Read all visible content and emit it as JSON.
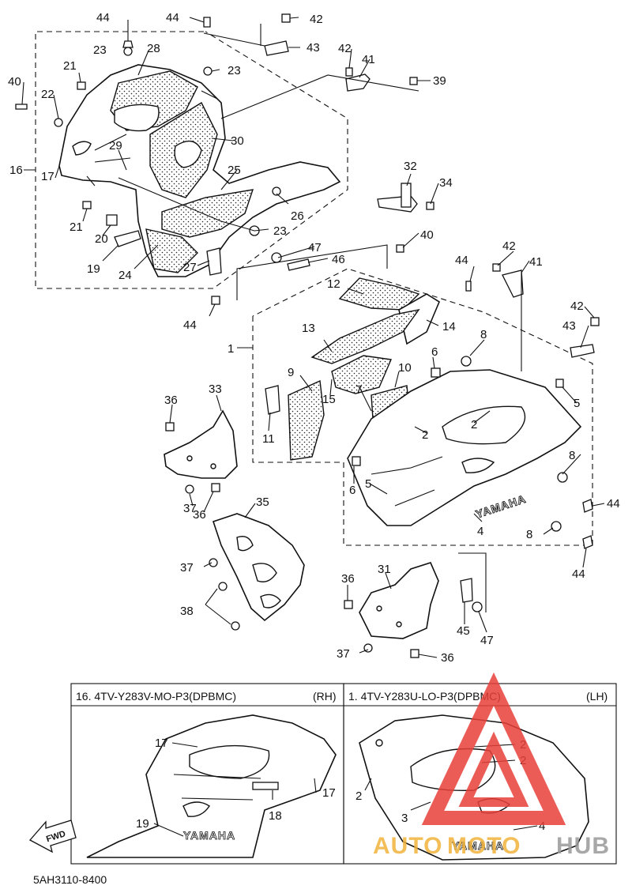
{
  "labels": {
    "l44a": "44",
    "l44b": "44",
    "l42a": "42",
    "l43a": "43",
    "l23a": "23",
    "l28": "28",
    "l23b": "23",
    "l21a": "21",
    "l40a": "40",
    "l22": "22",
    "l42b": "42",
    "l41a": "41",
    "l39": "39",
    "l30": "30",
    "l29": "29",
    "l16": "16",
    "l17a": "17",
    "l25": "25",
    "l32": "32",
    "l34": "34",
    "l26": "26",
    "l21b": "21",
    "l20": "20",
    "l23c": "23",
    "l19a": "19",
    "l24": "24",
    "l27": "27",
    "l47a": "47",
    "l46": "46",
    "l40b": "40",
    "l44c": "44",
    "l42c": "42",
    "l41b": "41",
    "l12": "12",
    "l42d": "42",
    "l43b": "43",
    "l14": "14",
    "l13": "13",
    "l8a": "8",
    "l1a": "1",
    "l6a": "6",
    "l9": "9",
    "l10": "10",
    "l15": "15",
    "l7": "7",
    "l5a": "5",
    "l2a": "2",
    "l2b": "2",
    "l11": "11",
    "l33": "33",
    "l36a": "36",
    "l8b": "8",
    "l6b": "6",
    "l5b": "5",
    "l44d": "44",
    "l37a": "37",
    "l36b": "36",
    "l4a": "4",
    "l35": "35",
    "l8c": "8",
    "l44e": "44",
    "l37b": "37",
    "l36c": "36",
    "l31": "31",
    "l38": "38",
    "l45": "45",
    "l47b": "47",
    "l37c": "37",
    "l36d": "36"
  },
  "inset_rh": {
    "header": "16. 4TV-Y283V-MO-P3(DPBMC)",
    "side": "(RH)",
    "labels": {
      "a": "17",
      "b": "17",
      "c": "18",
      "d": "19"
    },
    "decal": "YAMAHA"
  },
  "inset_lh": {
    "header": "1. 4TV-Y283U-LO-P3(DPBMC)",
    "side": "(LH)",
    "labels": {
      "a": "2",
      "b": "2",
      "c": "3",
      "d": "4"
    },
    "decal": "YAMAHA"
  },
  "decal_main": "YAMAHA",
  "fwd": "FWD",
  "diagram_code": "5AH3110-8400",
  "watermark": {
    "part1": "AUTO",
    "part2": "MOTO",
    "part3": "HUB",
    "color_red": "#e8403a",
    "color_gold": "#f1b33b",
    "color_grey": "#9a9a9a"
  }
}
